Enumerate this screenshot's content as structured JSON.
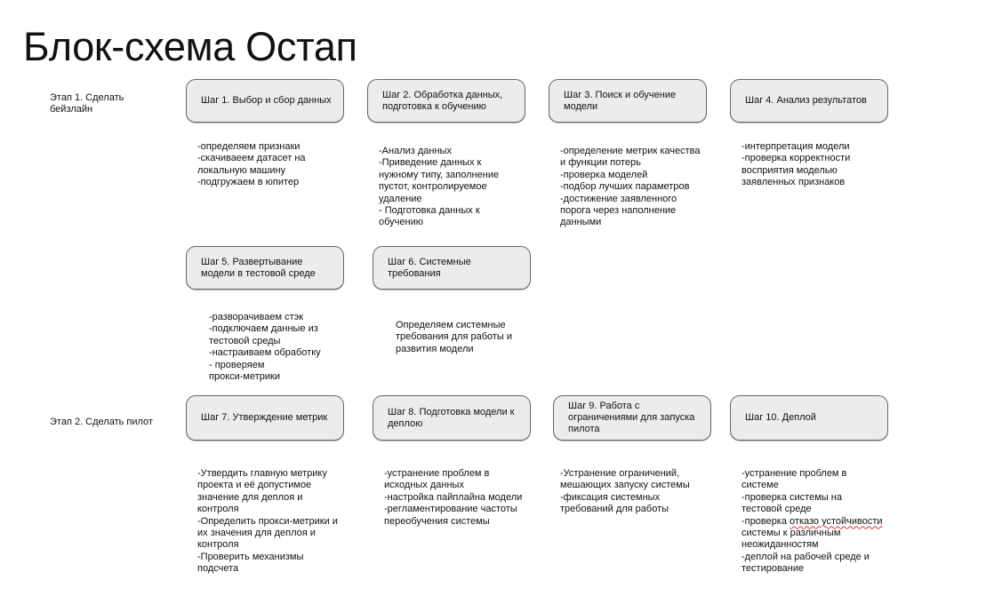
{
  "title": "Блок-схема Остап",
  "stages": [
    {
      "label": "Этап 1. Сделать\nбейзлайн"
    },
    {
      "label": "Этап 2. Сделать пилот"
    }
  ],
  "steps": [
    {
      "label": "Шаг 1. Выбор и сбор данных",
      "desc": "-определяем признаки\n-скачиваеем датасет на\nлокальную машину\n-подгружаем в юпитер"
    },
    {
      "label": "Шаг 2. Обработка данных, подготовка к обучению",
      "desc": "-Анализ данных\n-Приведение данных к\nнужному типу, заполнение\nпустот, контролируемое\nудаление\n- Подготовка данных к\nобучению"
    },
    {
      "label": "Шаг 3. Поиск и обучение модели",
      "desc": "-определение метрик качества\nи функции потерь\n-проверка моделей\n-подбор лучших параметров\n-достижение заявленного\nпорога через наполнение\nданными"
    },
    {
      "label": "Шаг 4. Анализ результатов",
      "desc": "-интерпретация модели\n-проверка корректности\nвосприятия моделью\nзаявленных признаков"
    },
    {
      "label": "Шаг 5. Развертывание модели в тестовой среде",
      "desc": "-разворачиваем стэк\n-подключаем данные из\nтестовой среды\n-настраиваем обработку\n- проверяем\nпрокси-метрики"
    },
    {
      "label": "Шаг 6. Системные требования",
      "desc": "Определяем системные\nтребования для работы и\nразвития модели"
    },
    {
      "label": "Шаг 7. Утверждение метрик",
      "desc": "-Утвердить  главную метрику\nпроекта и её допустимое\nзначение для деплоя и\nконтроля\n-Определить прокси-метрики и\nих значения для деплоя и\nконтроля\n-Проверить механизмы\nподсчета"
    },
    {
      "label": "Шаг 8. Подготовка модели к деплою",
      "desc": "-устранение проблем в\nисходных данных\n-настройка пайплайна модели\n-регламентирование частоты\nпереобучения системы"
    },
    {
      "label": "Шаг 9. Работа с ограничениями для запуска пилота",
      "desc": "-Устранение ограничений,\nмешающих запуску системы\n-фиксация системных\nтребований для работы"
    },
    {
      "label": "Шаг 10. Деплой",
      "desc_a": "-устранение проблем в\nсистеме\n-проверка системы на\nтестовой среде\n-проверка ",
      "desc_squiggle": "отказо устойчивости",
      "desc_b": "\nсистемы к различным\nнеожиданностям\n-деплой на рабочей среде и\nтестирование"
    }
  ]
}
